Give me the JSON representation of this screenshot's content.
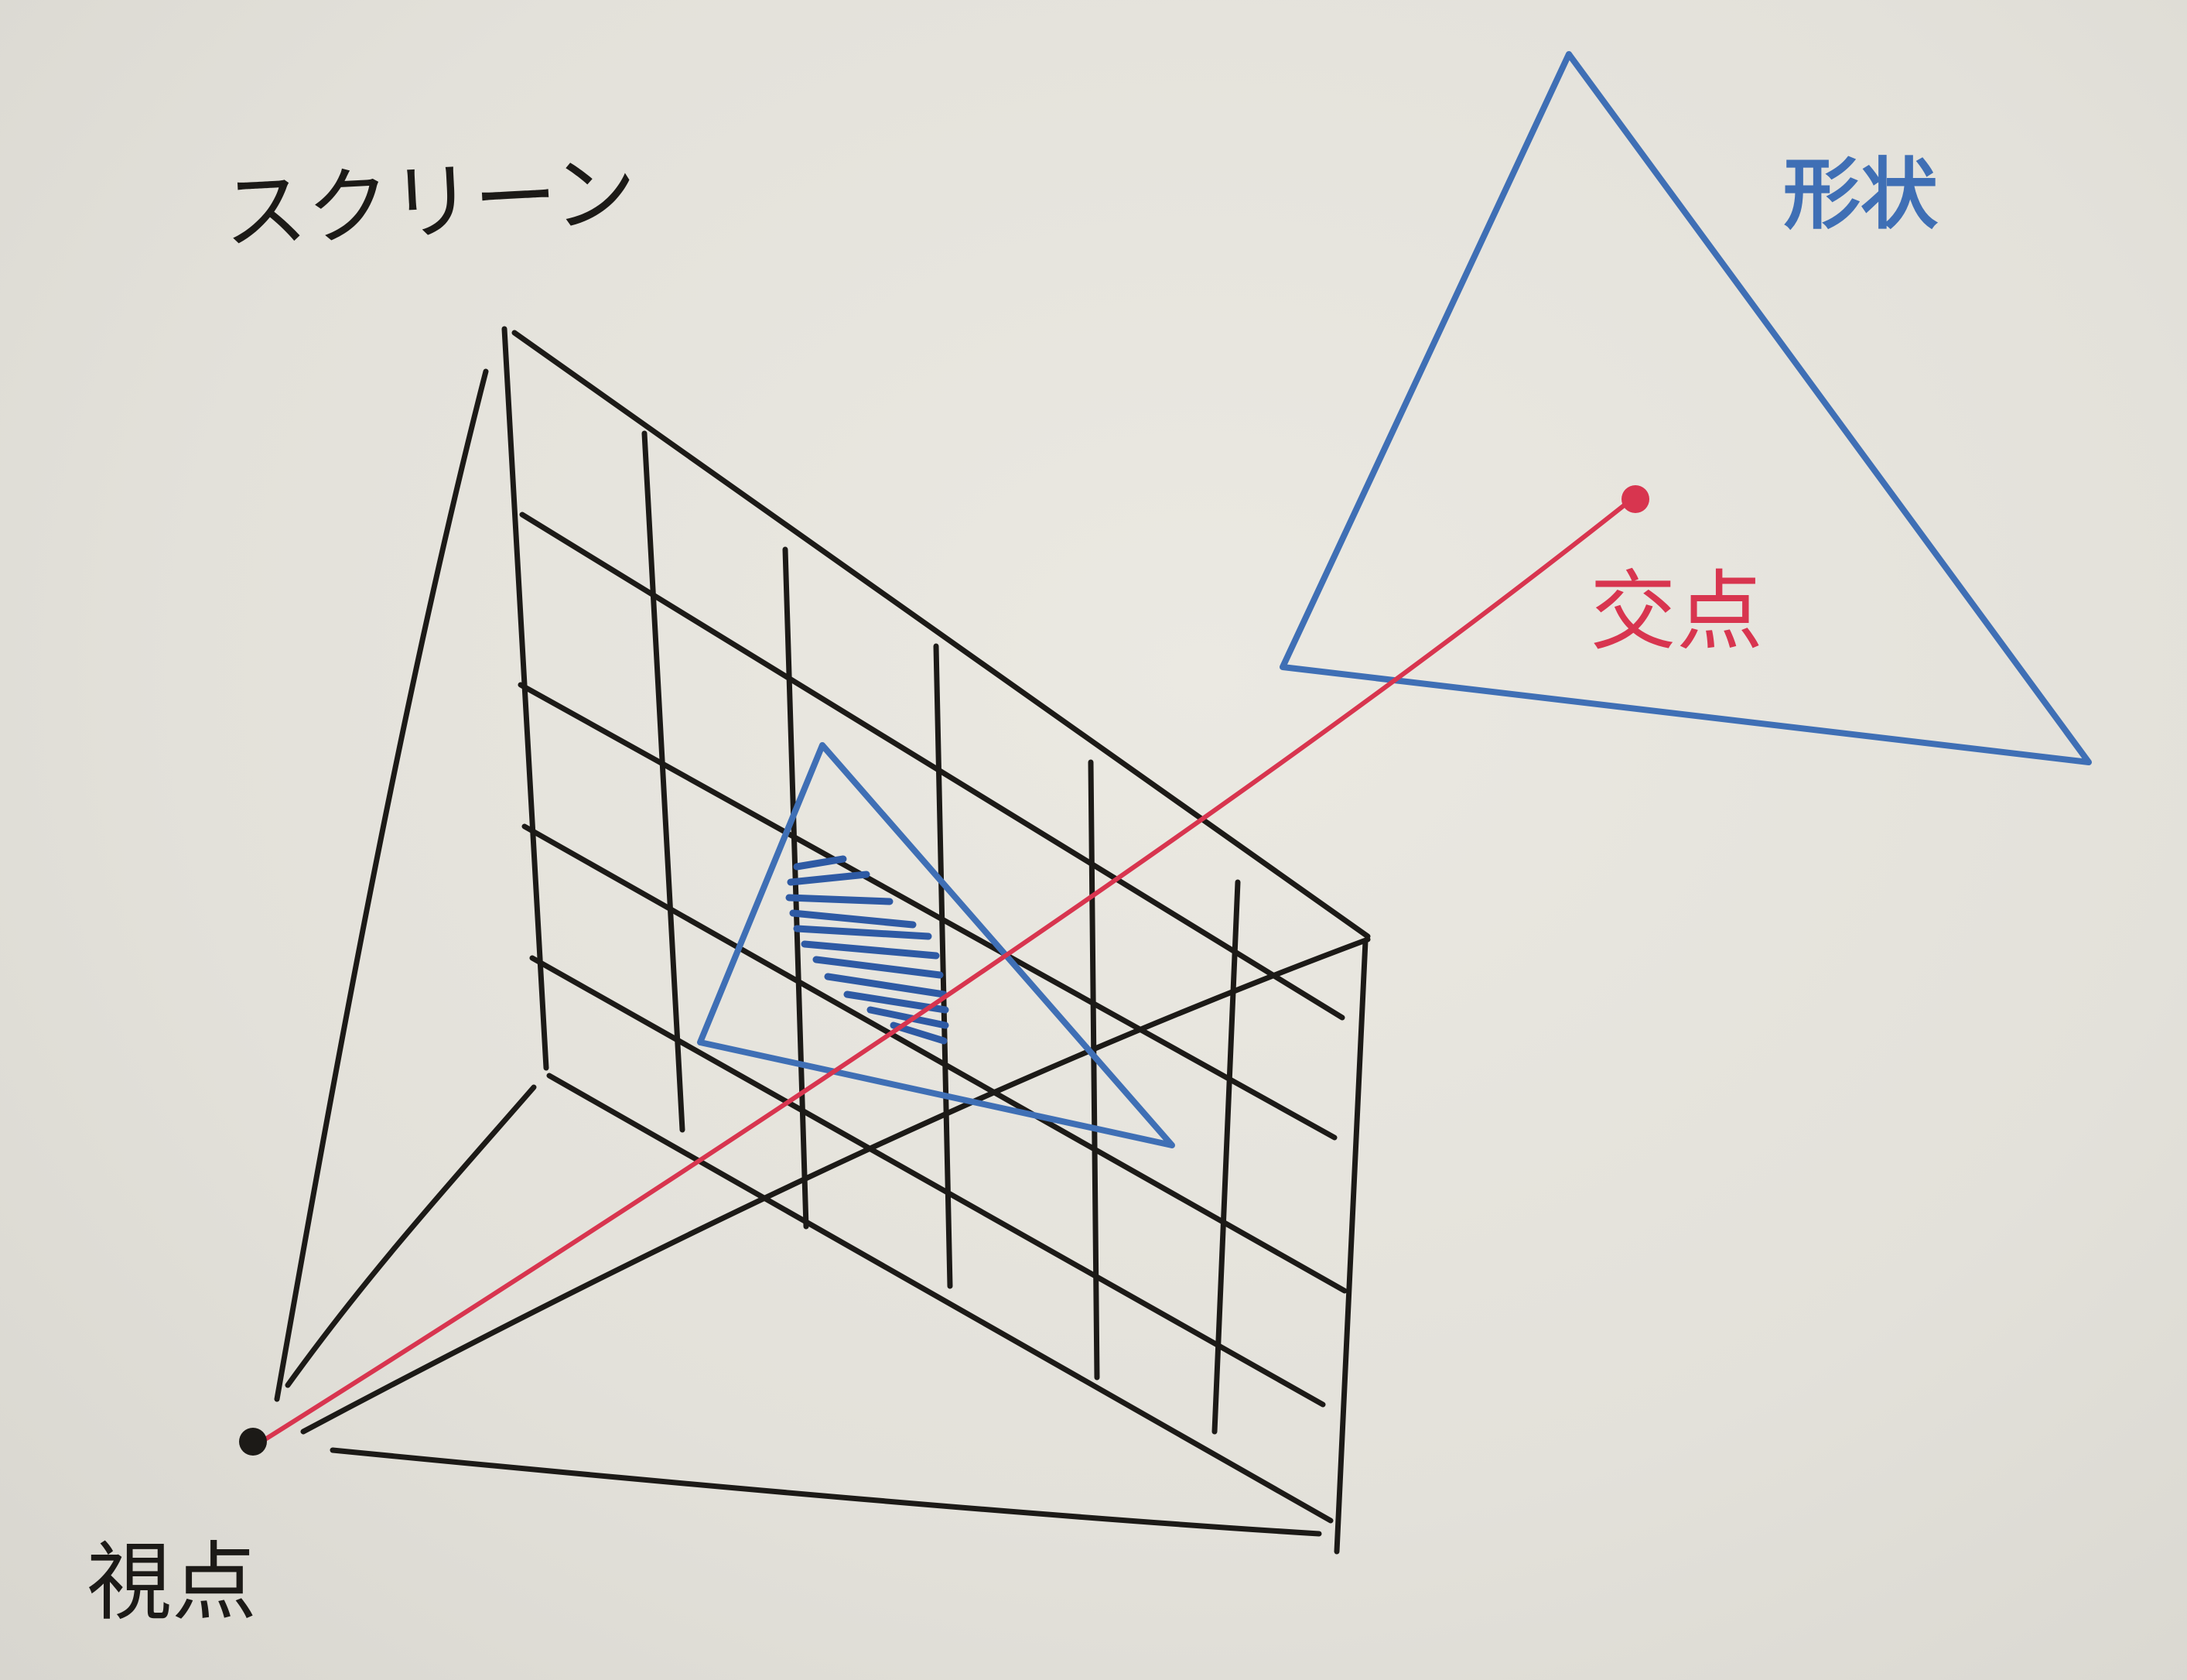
{
  "labels": {
    "screen": "スクリーン",
    "shape": "形状",
    "intersection": "交点",
    "viewpoint": "視点"
  },
  "colors": {
    "board": "#e4e2db",
    "black_ink": "#1c1a17",
    "blue_ink": "#3f6fb5",
    "red_ink": "#d8354f"
  },
  "icons": [
    "viewpoint-dot-icon",
    "intersection-dot-icon"
  ]
}
